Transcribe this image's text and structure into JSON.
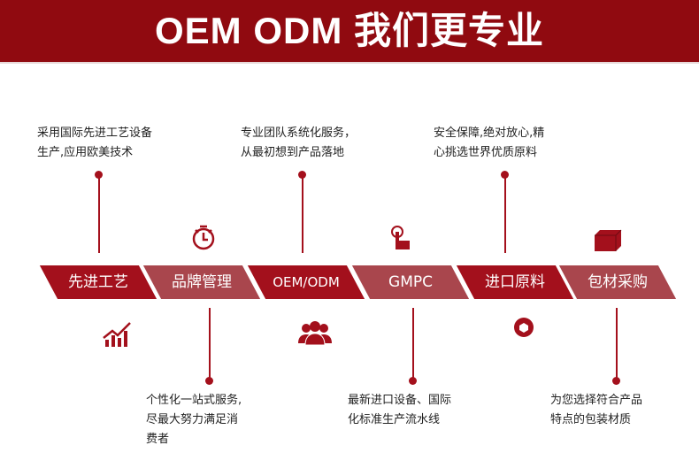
{
  "header": {
    "title": "OEM ODM 我们更专业"
  },
  "steps": [
    {
      "label": "先进工艺",
      "text": [
        "采用国际先进工艺设备",
        "生产,应用欧美技术"
      ],
      "icon": "chart-growth-icon"
    },
    {
      "label": "品牌管理",
      "text": [
        "个性化一站式服务,",
        "尽最大努力满足消",
        "费者"
      ],
      "icon": "stopwatch-icon"
    },
    {
      "label": "OEM/ODM",
      "text": [
        "专业团队系统化服务，",
        "从最初想到产品落地"
      ],
      "icon": "team-icon"
    },
    {
      "label": "GMPC",
      "text": [
        "最新进口设备、国际",
        "化标准生产流水线"
      ],
      "icon": "hand-pointer-icon"
    },
    {
      "label": "进口原料",
      "text": [
        "安全保障,绝对放心,精",
        "心挑选世界优质原料"
      ],
      "icon": "box-badge-icon"
    },
    {
      "label": "包材采购",
      "text": [
        "为您选择符合产品",
        "特点的包装材质"
      ],
      "icon": "package-icon"
    }
  ],
  "colors": {
    "dark": "#a3101c",
    "light": "#a9464d",
    "header": "#900a10"
  }
}
